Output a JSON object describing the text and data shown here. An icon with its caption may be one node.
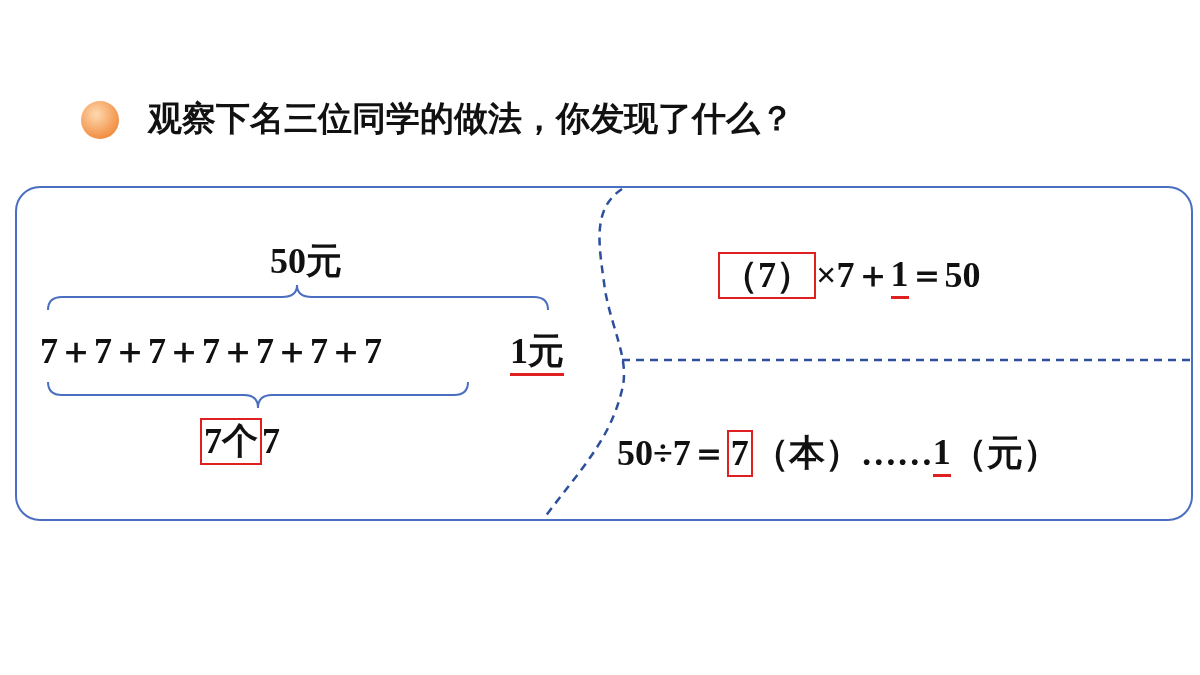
{
  "diagram": {
    "title": "观察下名三位同学的做法，你发现了什么？",
    "labels": [
      "50元",
      "7＋7＋7＋7＋7＋7＋7",
      "1元",
      "7个",
      "7",
      "（7）",
      "×7＋",
      "1",
      "＝50",
      "50÷7＝",
      "7",
      "（本）……",
      "1",
      "（元）"
    ]
  }
}
